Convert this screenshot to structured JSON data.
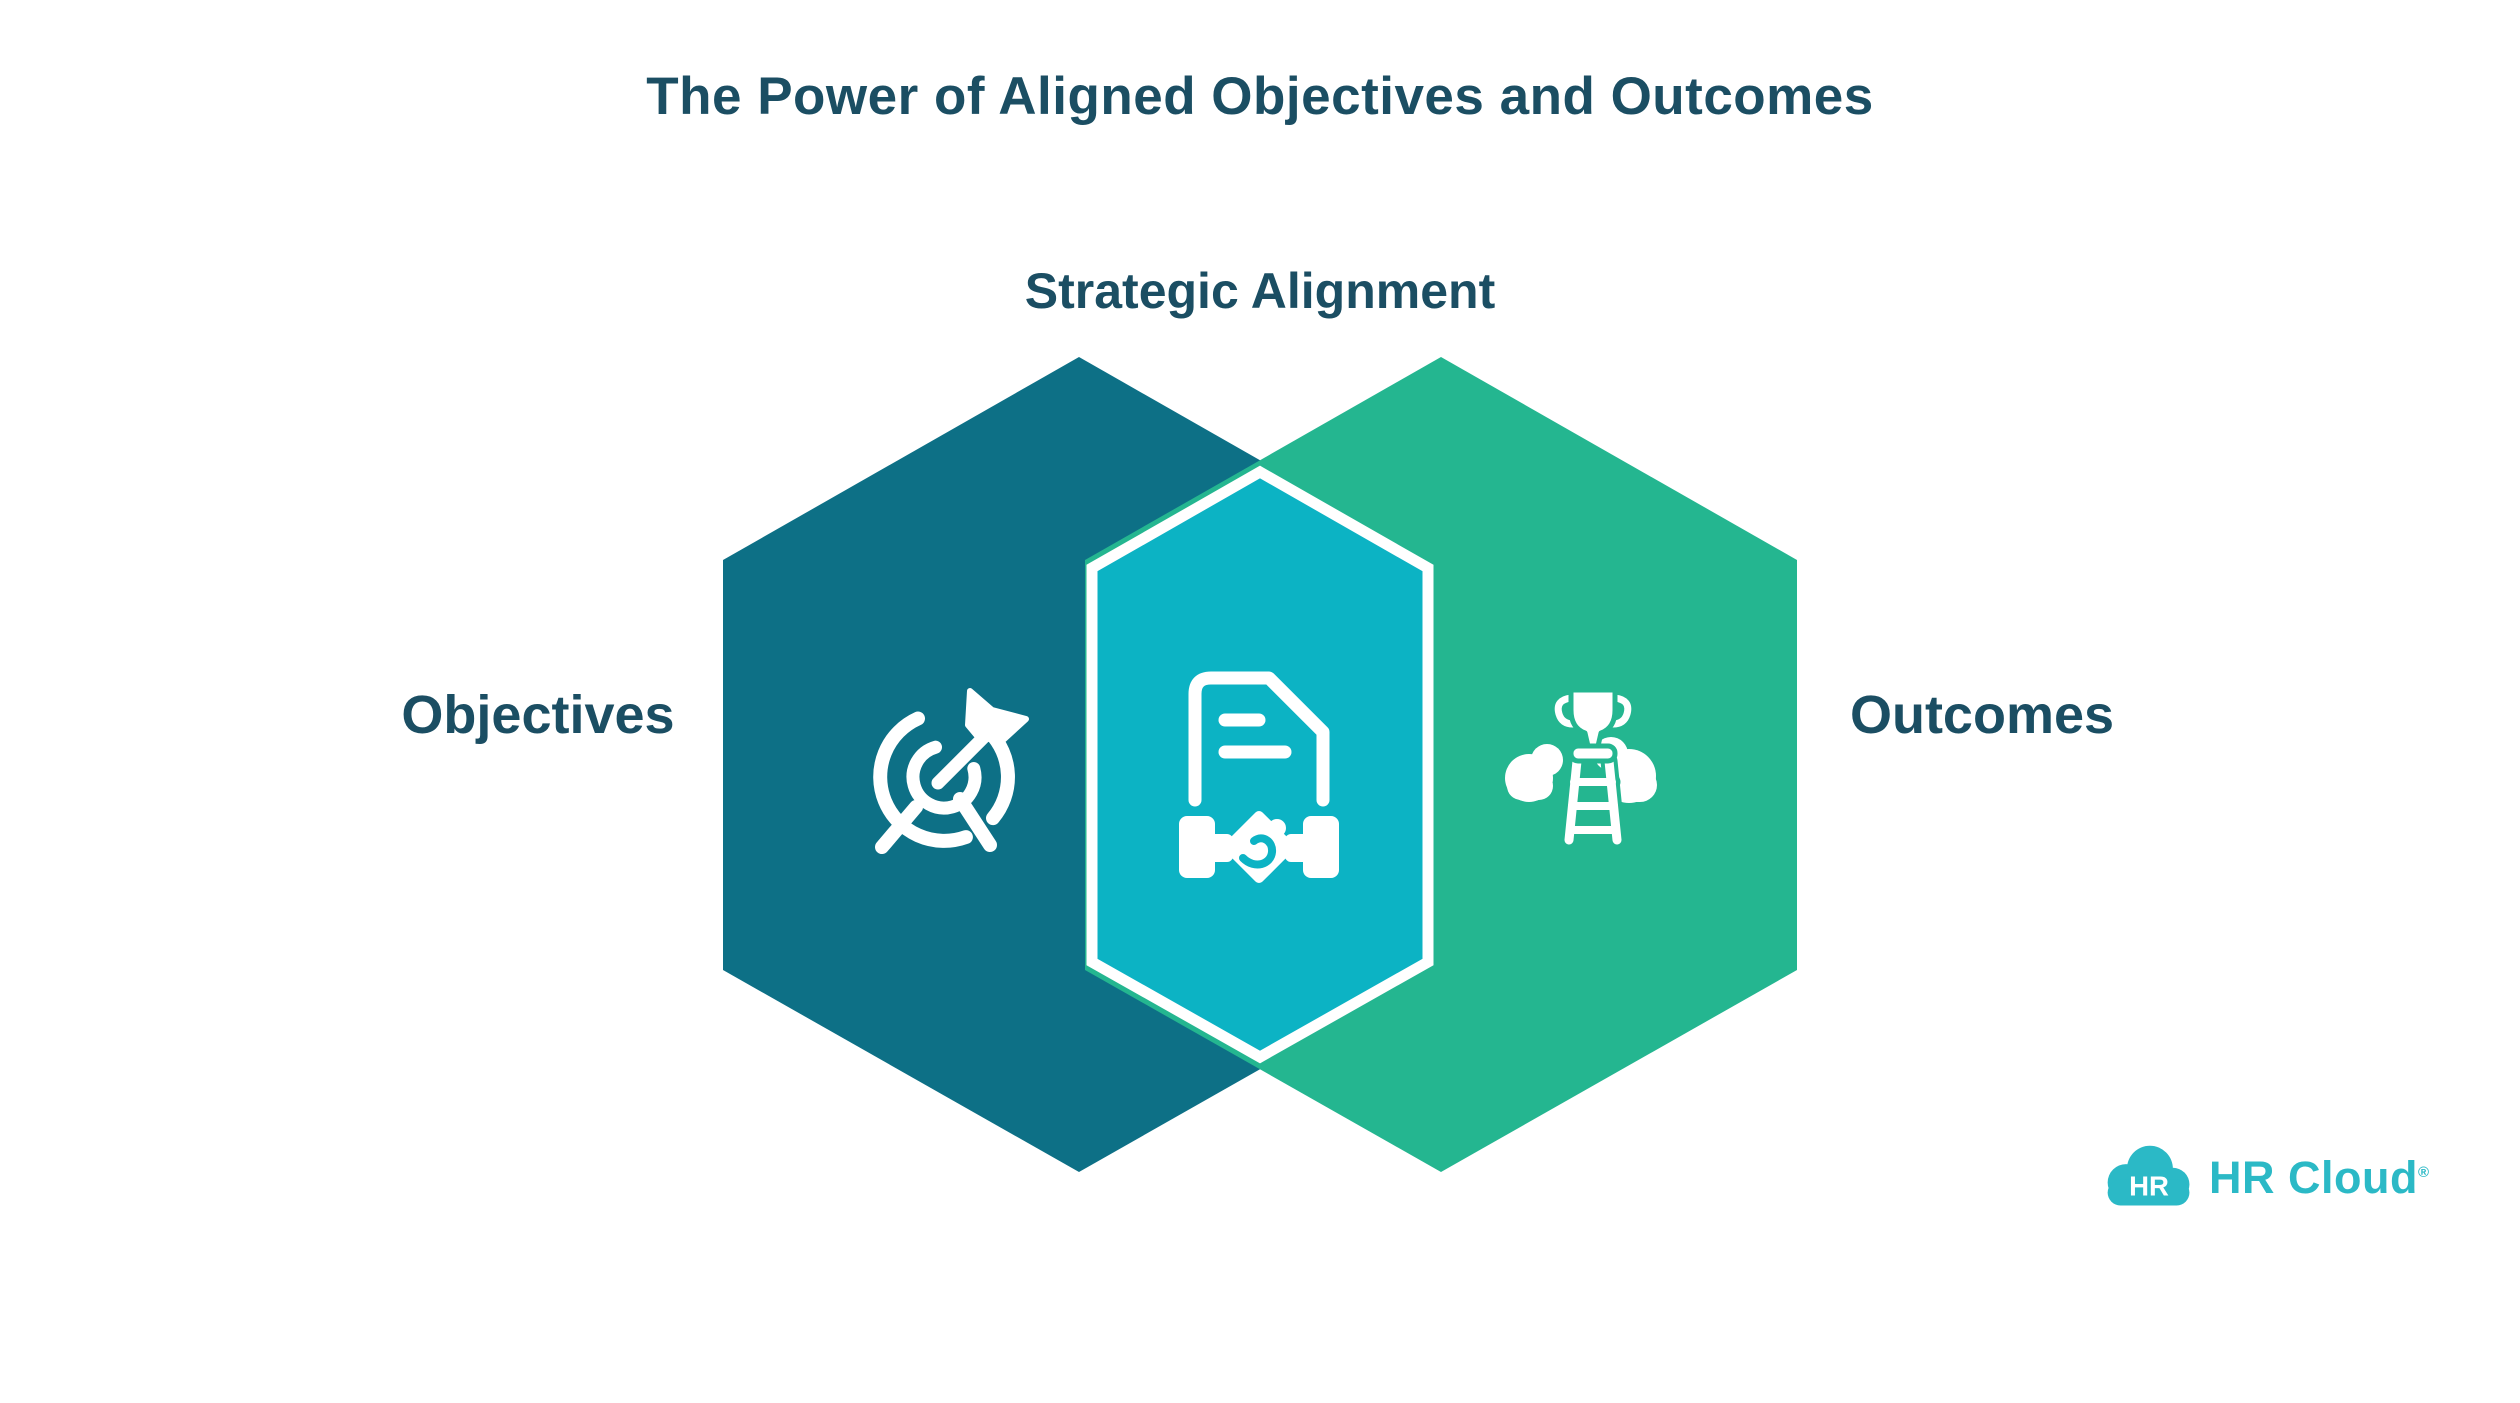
{
  "title": "The Power of Aligned Objectives and Outcomes",
  "diagram": {
    "center_label": "Strategic Alignment",
    "left_label": "Objectives",
    "right_label": "Outcomes",
    "icons": {
      "left": "target-arrow-icon",
      "center": "document-handshake-icon",
      "right": "trophy-ladder-icon"
    },
    "colors": {
      "left_hexagon": "#0d7086",
      "right_hexagon": "#24b690",
      "center_hexagon": "#0cb3c4",
      "overlap_outline": "#ffffff",
      "label_text": "#1b4e63",
      "icon": "#ffffff"
    }
  },
  "logo": {
    "badge_text": "HR",
    "brand_text": "HR Cloud",
    "registered_mark": "®",
    "color": "#2bb9c6"
  },
  "background": "#ffffff"
}
